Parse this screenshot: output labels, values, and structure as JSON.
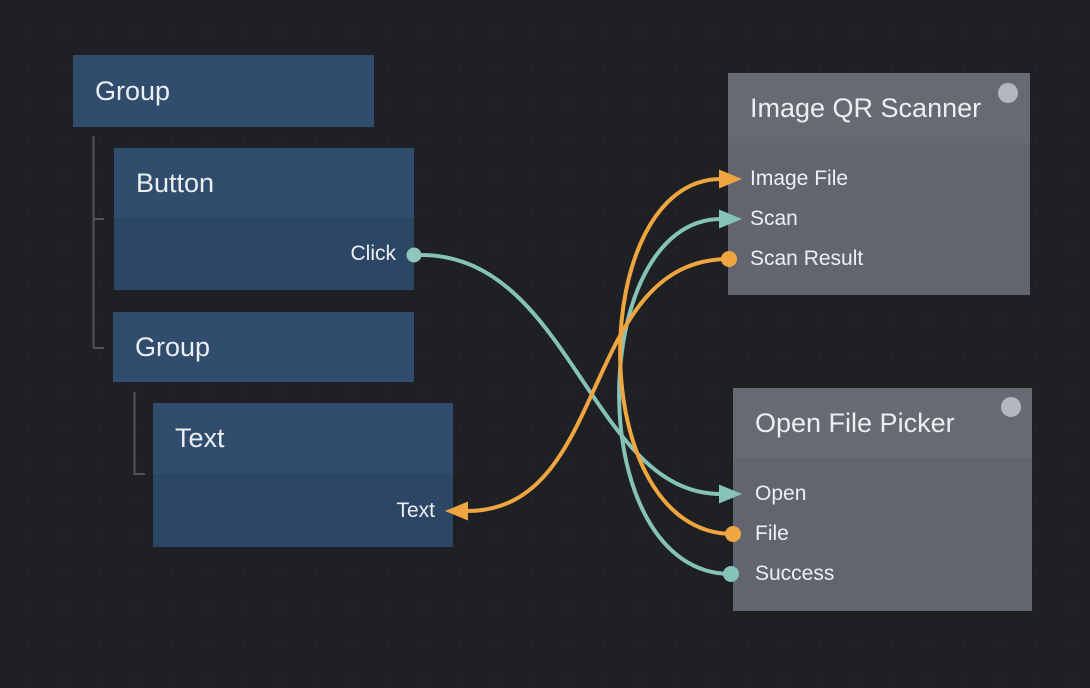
{
  "palette": {
    "background": "#1f2023",
    "blue_node_header": "#304d6d",
    "blue_node_body": "#2c4765",
    "gray_node_header": "#676a72",
    "gray_node_body": "#626570",
    "teal_wire": "#85c2b8",
    "orange_wire": "#f0a640",
    "tree_line": "#515358",
    "corner_dot": "#b3b6bc",
    "label_text": "#edeff2"
  },
  "tree": {
    "group": {
      "title": "Group"
    },
    "button": {
      "title": "Button",
      "output_port": "Click"
    },
    "subgroup": {
      "title": "Group"
    },
    "text": {
      "title": "Text",
      "input_port": "Text"
    }
  },
  "nodes": {
    "qr_scanner": {
      "title": "Image QR Scanner",
      "rows": [
        {
          "label": "Image File",
          "marker": "arrow-input",
          "color": "orange"
        },
        {
          "label": "Scan",
          "marker": "arrow-input",
          "color": "teal"
        },
        {
          "label": "Scan Result",
          "marker": "dot-output",
          "color": "orange"
        }
      ]
    },
    "file_picker": {
      "title": "Open File Picker",
      "rows": [
        {
          "label": "Open",
          "marker": "arrow-input",
          "color": "teal"
        },
        {
          "label": "File",
          "marker": "dot-output",
          "color": "orange"
        },
        {
          "label": "Success",
          "marker": "dot-output",
          "color": "teal"
        }
      ]
    }
  },
  "edges": [
    {
      "from": "Button.Click",
      "to": "Open File Picker.Open",
      "color": "#85c2b8"
    },
    {
      "from": "Open File Picker.Success",
      "to": "Image QR Scanner.Scan",
      "color": "#85c2b8"
    },
    {
      "from": "Open File Picker.File",
      "to": "Image QR Scanner.Image File",
      "color": "#f0a640"
    },
    {
      "from": "Image QR Scanner.Scan Result",
      "to": "Text.Text",
      "color": "#f0a640"
    }
  ]
}
